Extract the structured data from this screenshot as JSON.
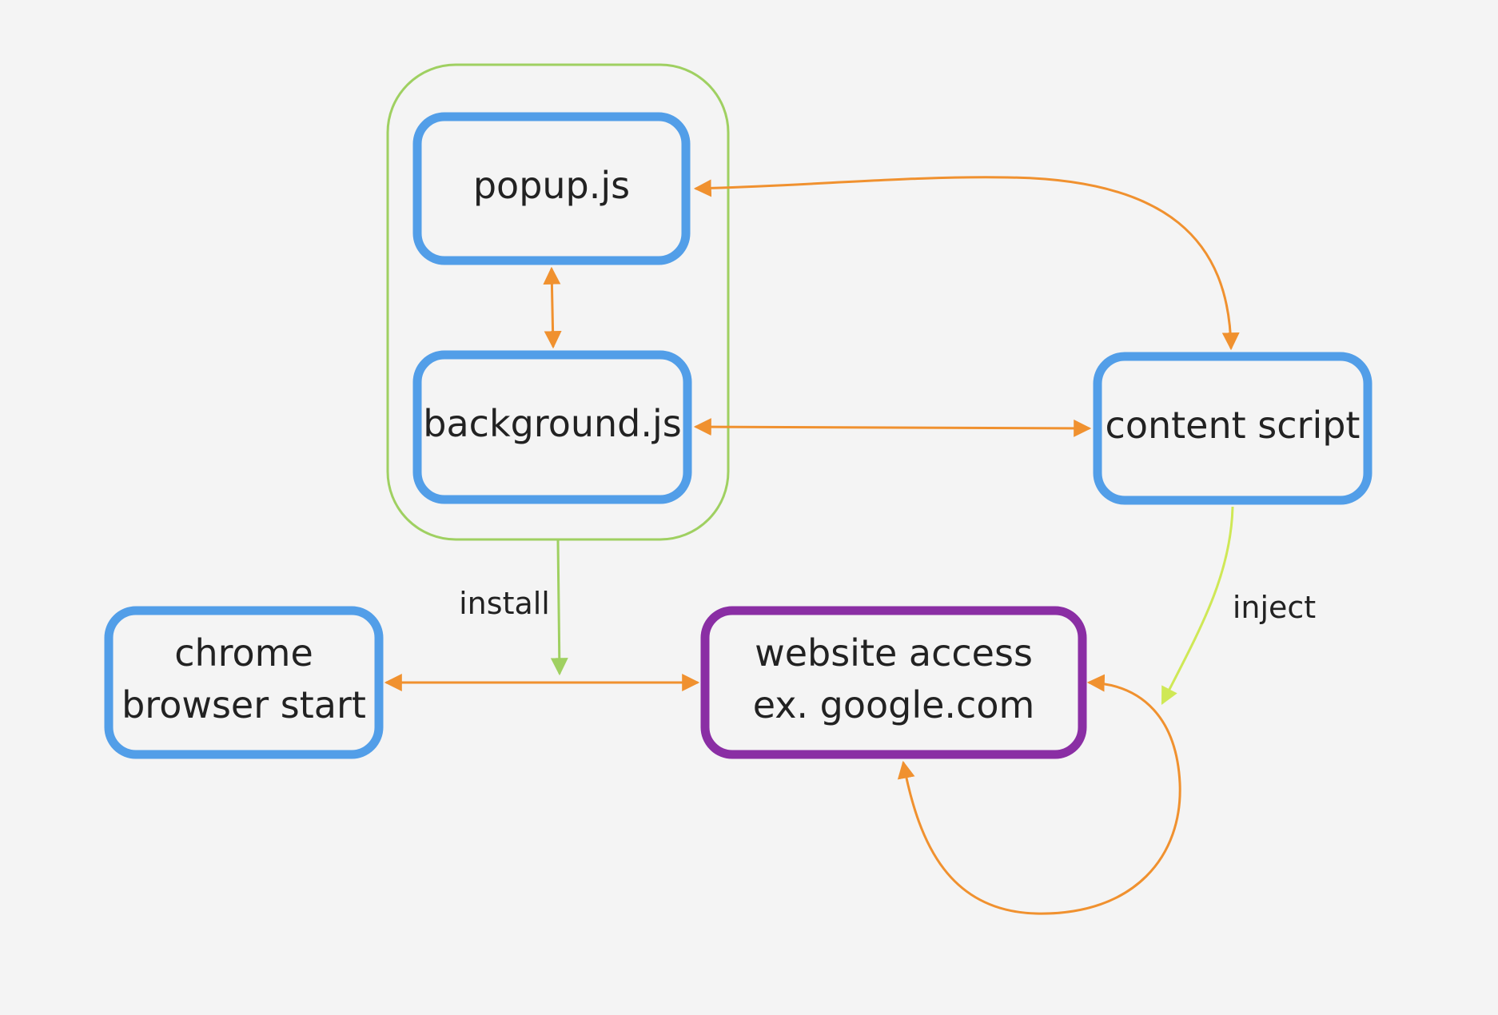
{
  "colors": {
    "background": "#f4f4f4",
    "node_blue": "#529ee8",
    "node_purple": "#8a2ea4",
    "group_green": "#9fd061",
    "arrow_orange": "#f0912f",
    "arrow_green": "#9fd061",
    "arrow_lime": "#cfe856",
    "text": "#222222"
  },
  "nodes": {
    "popup": {
      "label": "popup.js"
    },
    "background": {
      "label": "background.js"
    },
    "content_script": {
      "label": "content script"
    },
    "chrome": {
      "line1": "chrome",
      "line2": "browser start"
    },
    "website": {
      "line1": "website access",
      "line2": "ex. google.com"
    }
  },
  "edges": {
    "install": {
      "label": "install"
    },
    "inject": {
      "label": "inject"
    }
  }
}
